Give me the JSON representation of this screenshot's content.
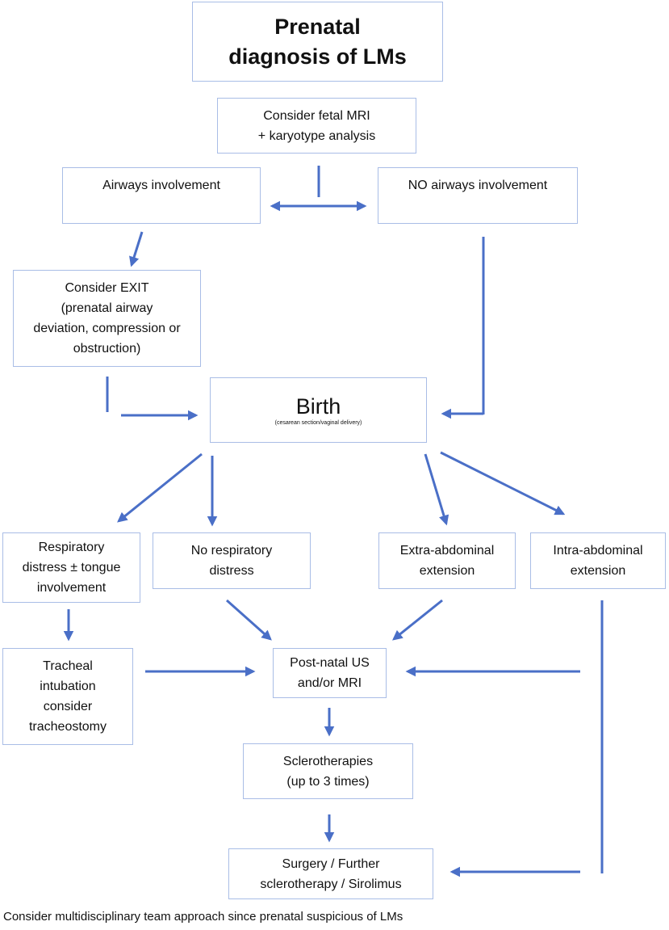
{
  "nodes": {
    "prenatal_diagnosis": {
      "lines": [
        "Prenatal",
        "diagnosis of LMs"
      ]
    },
    "fetal_mri": {
      "lines": [
        "Consider fetal MRI",
        "+ karyotype analysis"
      ]
    },
    "airways_involvement": {
      "lines": [
        "Airways involvement"
      ]
    },
    "no_airways_involvement": {
      "lines": [
        "NO airways involvement"
      ]
    },
    "consider_exit": {
      "lines": [
        "Consider EXIT",
        "(prenatal airway",
        "deviation, compression or",
        "obstruction)"
      ]
    },
    "birth": {
      "lines": [
        "Birth",
        "(cesarean section/vaginal delivery)"
      ]
    },
    "respiratory_distress": {
      "lines": [
        "Respiratory",
        "distress ± tongue",
        "involvement"
      ]
    },
    "no_respiratory_distress": {
      "lines": [
        "No respiratory",
        "distress"
      ]
    },
    "extra_abdominal": {
      "lines": [
        "Extra-abdominal",
        "extension"
      ]
    },
    "intra_abdominal": {
      "lines": [
        "Intra-abdominal",
        "extension"
      ]
    },
    "tracheal_intubation": {
      "lines": [
        "Tracheal",
        "intubation",
        "consider",
        "tracheostomy"
      ]
    },
    "postnatal_us": {
      "lines": [
        "Post-natal US",
        "and/or MRI"
      ]
    },
    "sclerotherapies": {
      "lines": [
        "Sclerotherapies",
        "(up to 3 times)"
      ]
    },
    "surgery": {
      "lines": [
        "Surgery / Further",
        "sclerotherapy / Sirolimus"
      ]
    }
  },
  "footer": "Consider multidisciplinary team approach since prenatal suspicious of LMs",
  "colors": {
    "arrow": "#4a6fc7",
    "box_border": "#a9bde6"
  }
}
